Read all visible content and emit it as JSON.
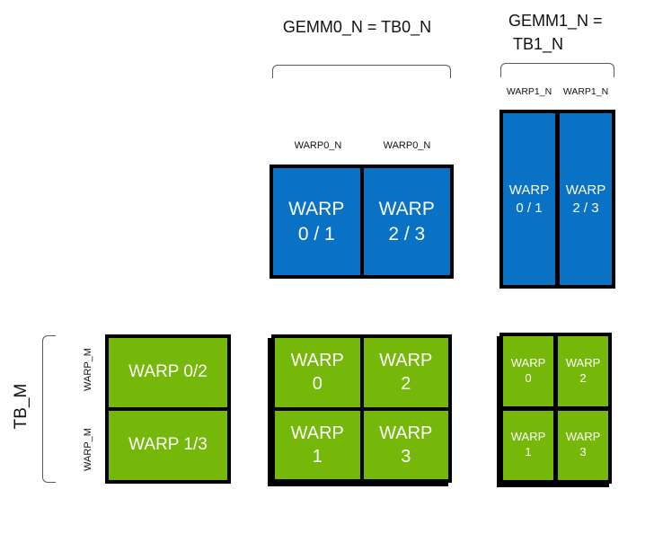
{
  "titles": {
    "gemm0_n": "GEMM0_N = TB0_N",
    "gemm1_n_line1": "GEMM1_N =",
    "gemm1_n_line2": "TB1_N"
  },
  "labels": {
    "tb_m": "TB_M",
    "warp_m_row0": "WARP_M",
    "warp_m_row1": "WARP_M",
    "warp0_n_col0": "WARP0_N",
    "warp0_n_col1": "WARP0_N",
    "warp1_n_col0": "WARP1_N",
    "warp1_n_col1": "WARP1_N"
  },
  "colors": {
    "blue": "#0a72c4",
    "nvidia_green": "#75b80a",
    "border_black": "#000000",
    "brace_gray": "#595959",
    "cell_text_white": "#ffffff"
  },
  "blocks": {
    "blue_wide": {
      "cells": [
        {
          "l1": "WARP",
          "l2": "0 / 1"
        },
        {
          "l1": "WARP",
          "l2": "2 / 3"
        }
      ]
    },
    "blue_tall": {
      "cells": [
        {
          "l1": "WARP",
          "l2": "0 / 1"
        },
        {
          "l1": "WARP",
          "l2": "2 / 3"
        }
      ]
    },
    "green_left": {
      "cells": [
        {
          "label": "WARP 0/2"
        },
        {
          "label": "WARP 1/3"
        }
      ]
    },
    "green_mid": {
      "cells": [
        {
          "l1": "WARP",
          "l2": "0"
        },
        {
          "l1": "WARP",
          "l2": "2"
        },
        {
          "l1": "WARP",
          "l2": "1"
        },
        {
          "l1": "WARP",
          "l2": "3"
        }
      ]
    },
    "green_right": {
      "cells": [
        {
          "l1": "WARP",
          "l2": "0"
        },
        {
          "l1": "WARP",
          "l2": "2"
        },
        {
          "l1": "WARP",
          "l2": "1"
        },
        {
          "l1": "WARP",
          "l2": "3"
        }
      ]
    }
  }
}
